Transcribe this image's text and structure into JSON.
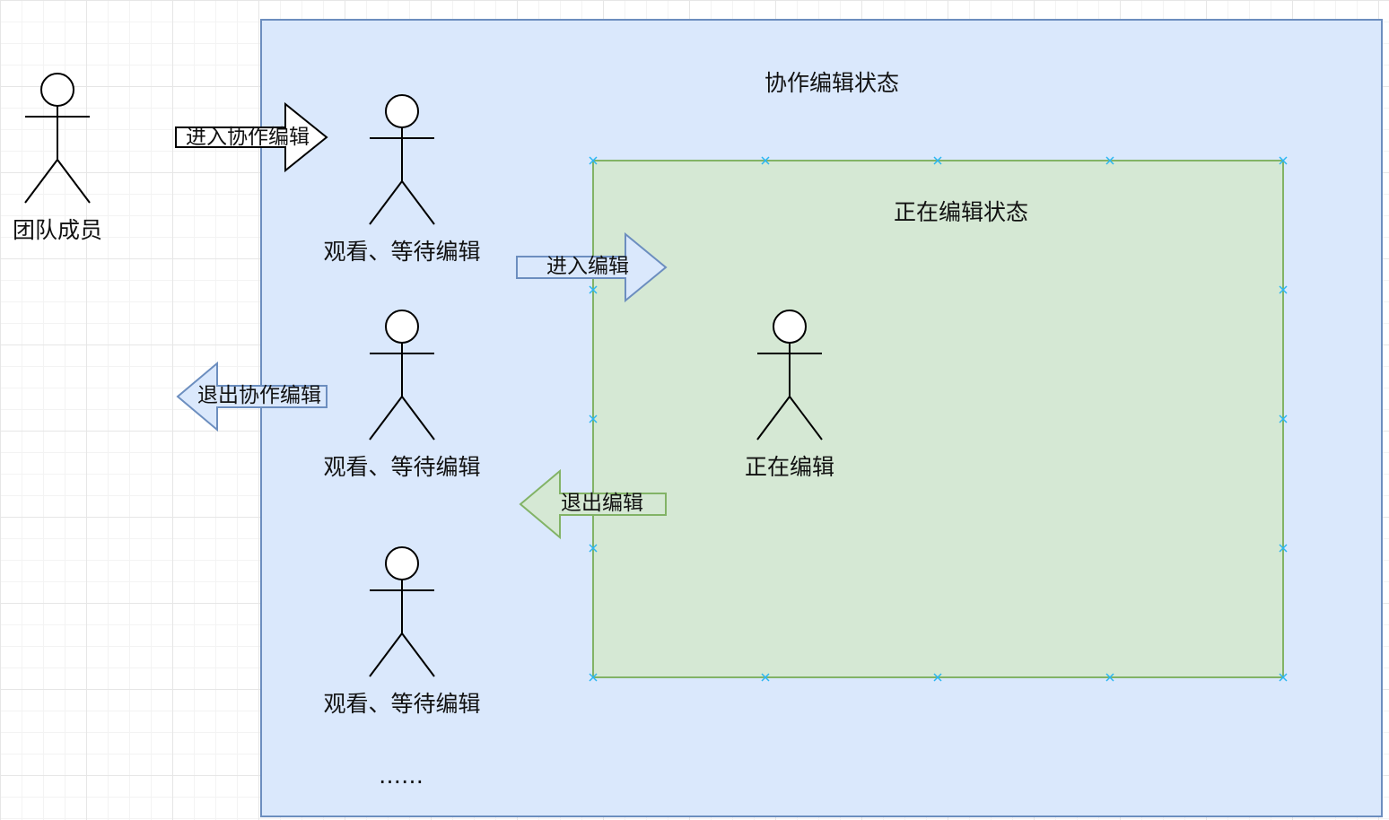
{
  "colors": {
    "blue_fill": "#dae8fc",
    "blue_stroke": "#6c8ebf",
    "green_fill": "#d5e8d4",
    "green_stroke": "#82b366",
    "handle": "#29b6f2"
  },
  "containers": {
    "collab": {
      "title": "协作编辑状态"
    },
    "editing": {
      "title": "正在编辑状态"
    }
  },
  "actors": {
    "member": "团队成员",
    "watcher1": "观看、等待编辑",
    "watcher2": "观看、等待编辑",
    "watcher3": "观看、等待编辑",
    "editor": "正在编辑",
    "ellipsis": "……"
  },
  "arrows": {
    "enter_collab": "进入协作编辑",
    "exit_collab": "退出协作编辑",
    "enter_edit": "进入编辑",
    "exit_edit": "退出编辑"
  }
}
